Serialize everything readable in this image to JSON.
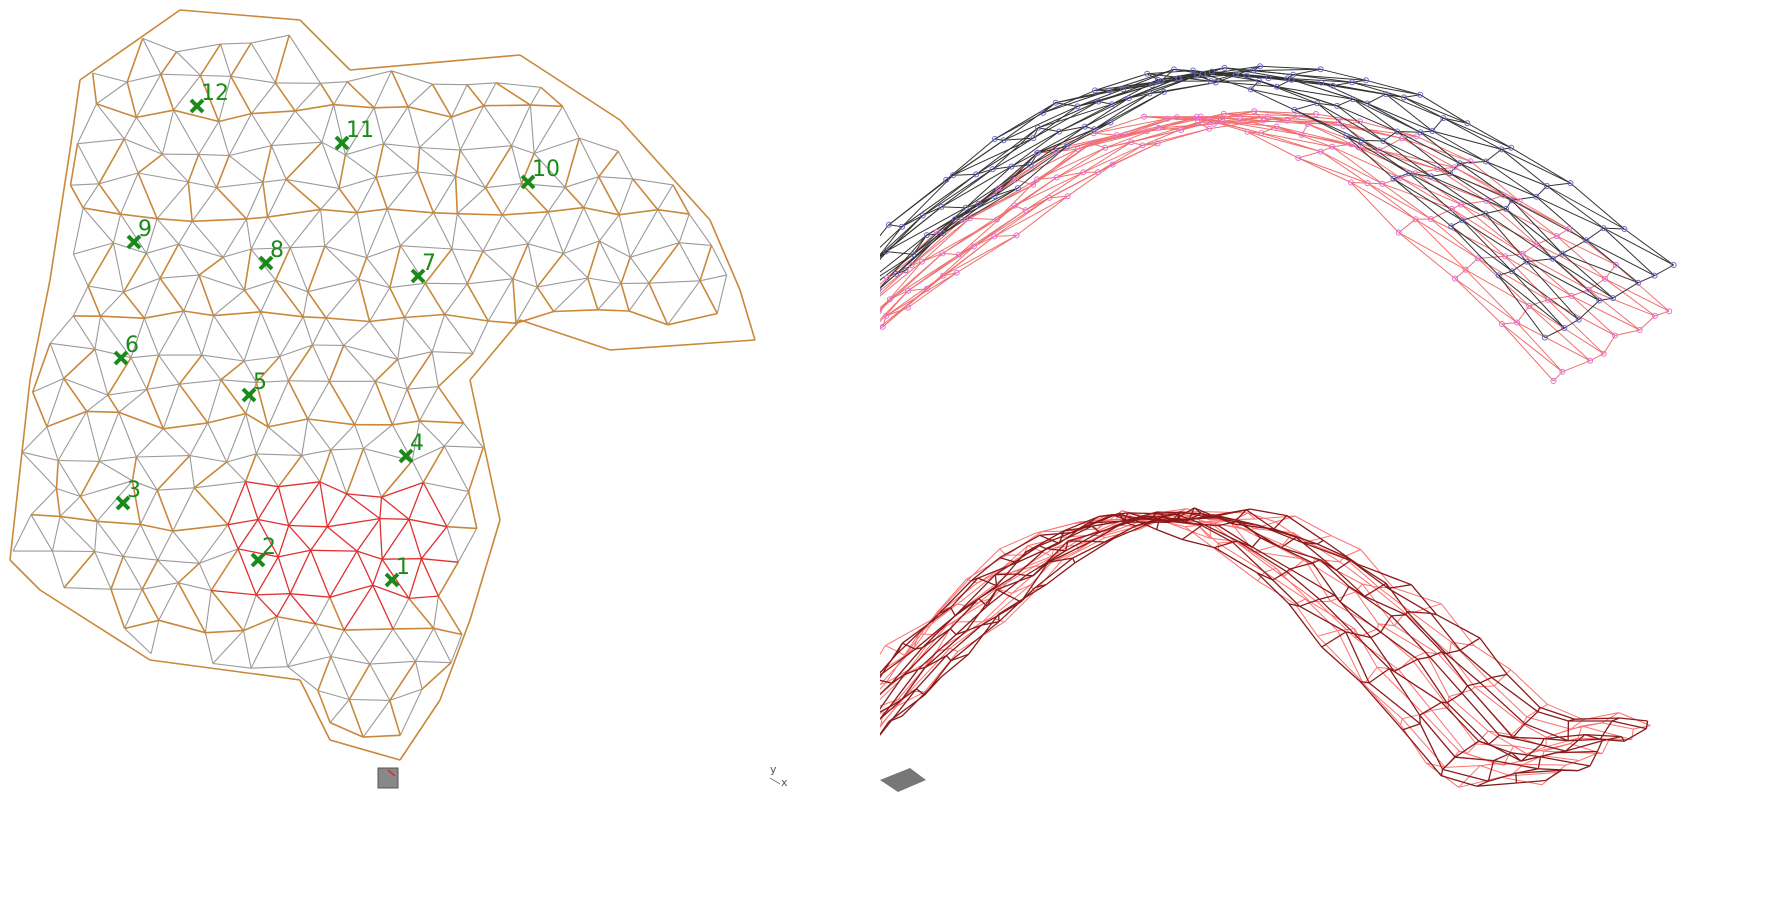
{
  "colors": {
    "background": "#ffffff",
    "mesh_gray": "#9a9a9a",
    "mesh_orange": "#c9883a",
    "mesh_red": "#e03030",
    "marker_green": "#1a8a1a",
    "wire_dark": "#333333",
    "wire_pink": "#f07070",
    "node_blue": "#6a6ad0",
    "node_pink": "#e070e0",
    "wire_darkred": "#8b1a1a",
    "wire_lightred": "#ff7070",
    "support_gray": "#777777"
  },
  "markers": [
    {
      "label": "1"
    },
    {
      "label": "2"
    },
    {
      "label": "3"
    },
    {
      "label": "4"
    },
    {
      "label": "5"
    },
    {
      "label": "6"
    },
    {
      "label": "7"
    },
    {
      "label": "8"
    },
    {
      "label": "9"
    },
    {
      "label": "10"
    },
    {
      "label": "11"
    },
    {
      "label": "12"
    }
  ],
  "axis_indicator": {
    "y_label": "y",
    "x_label": "x"
  },
  "icons": {
    "marker": "cross-marker-icon",
    "support": "support-square-icon",
    "ground_support": "ground-plate-icon",
    "axis": "axis-gizmo-icon"
  }
}
